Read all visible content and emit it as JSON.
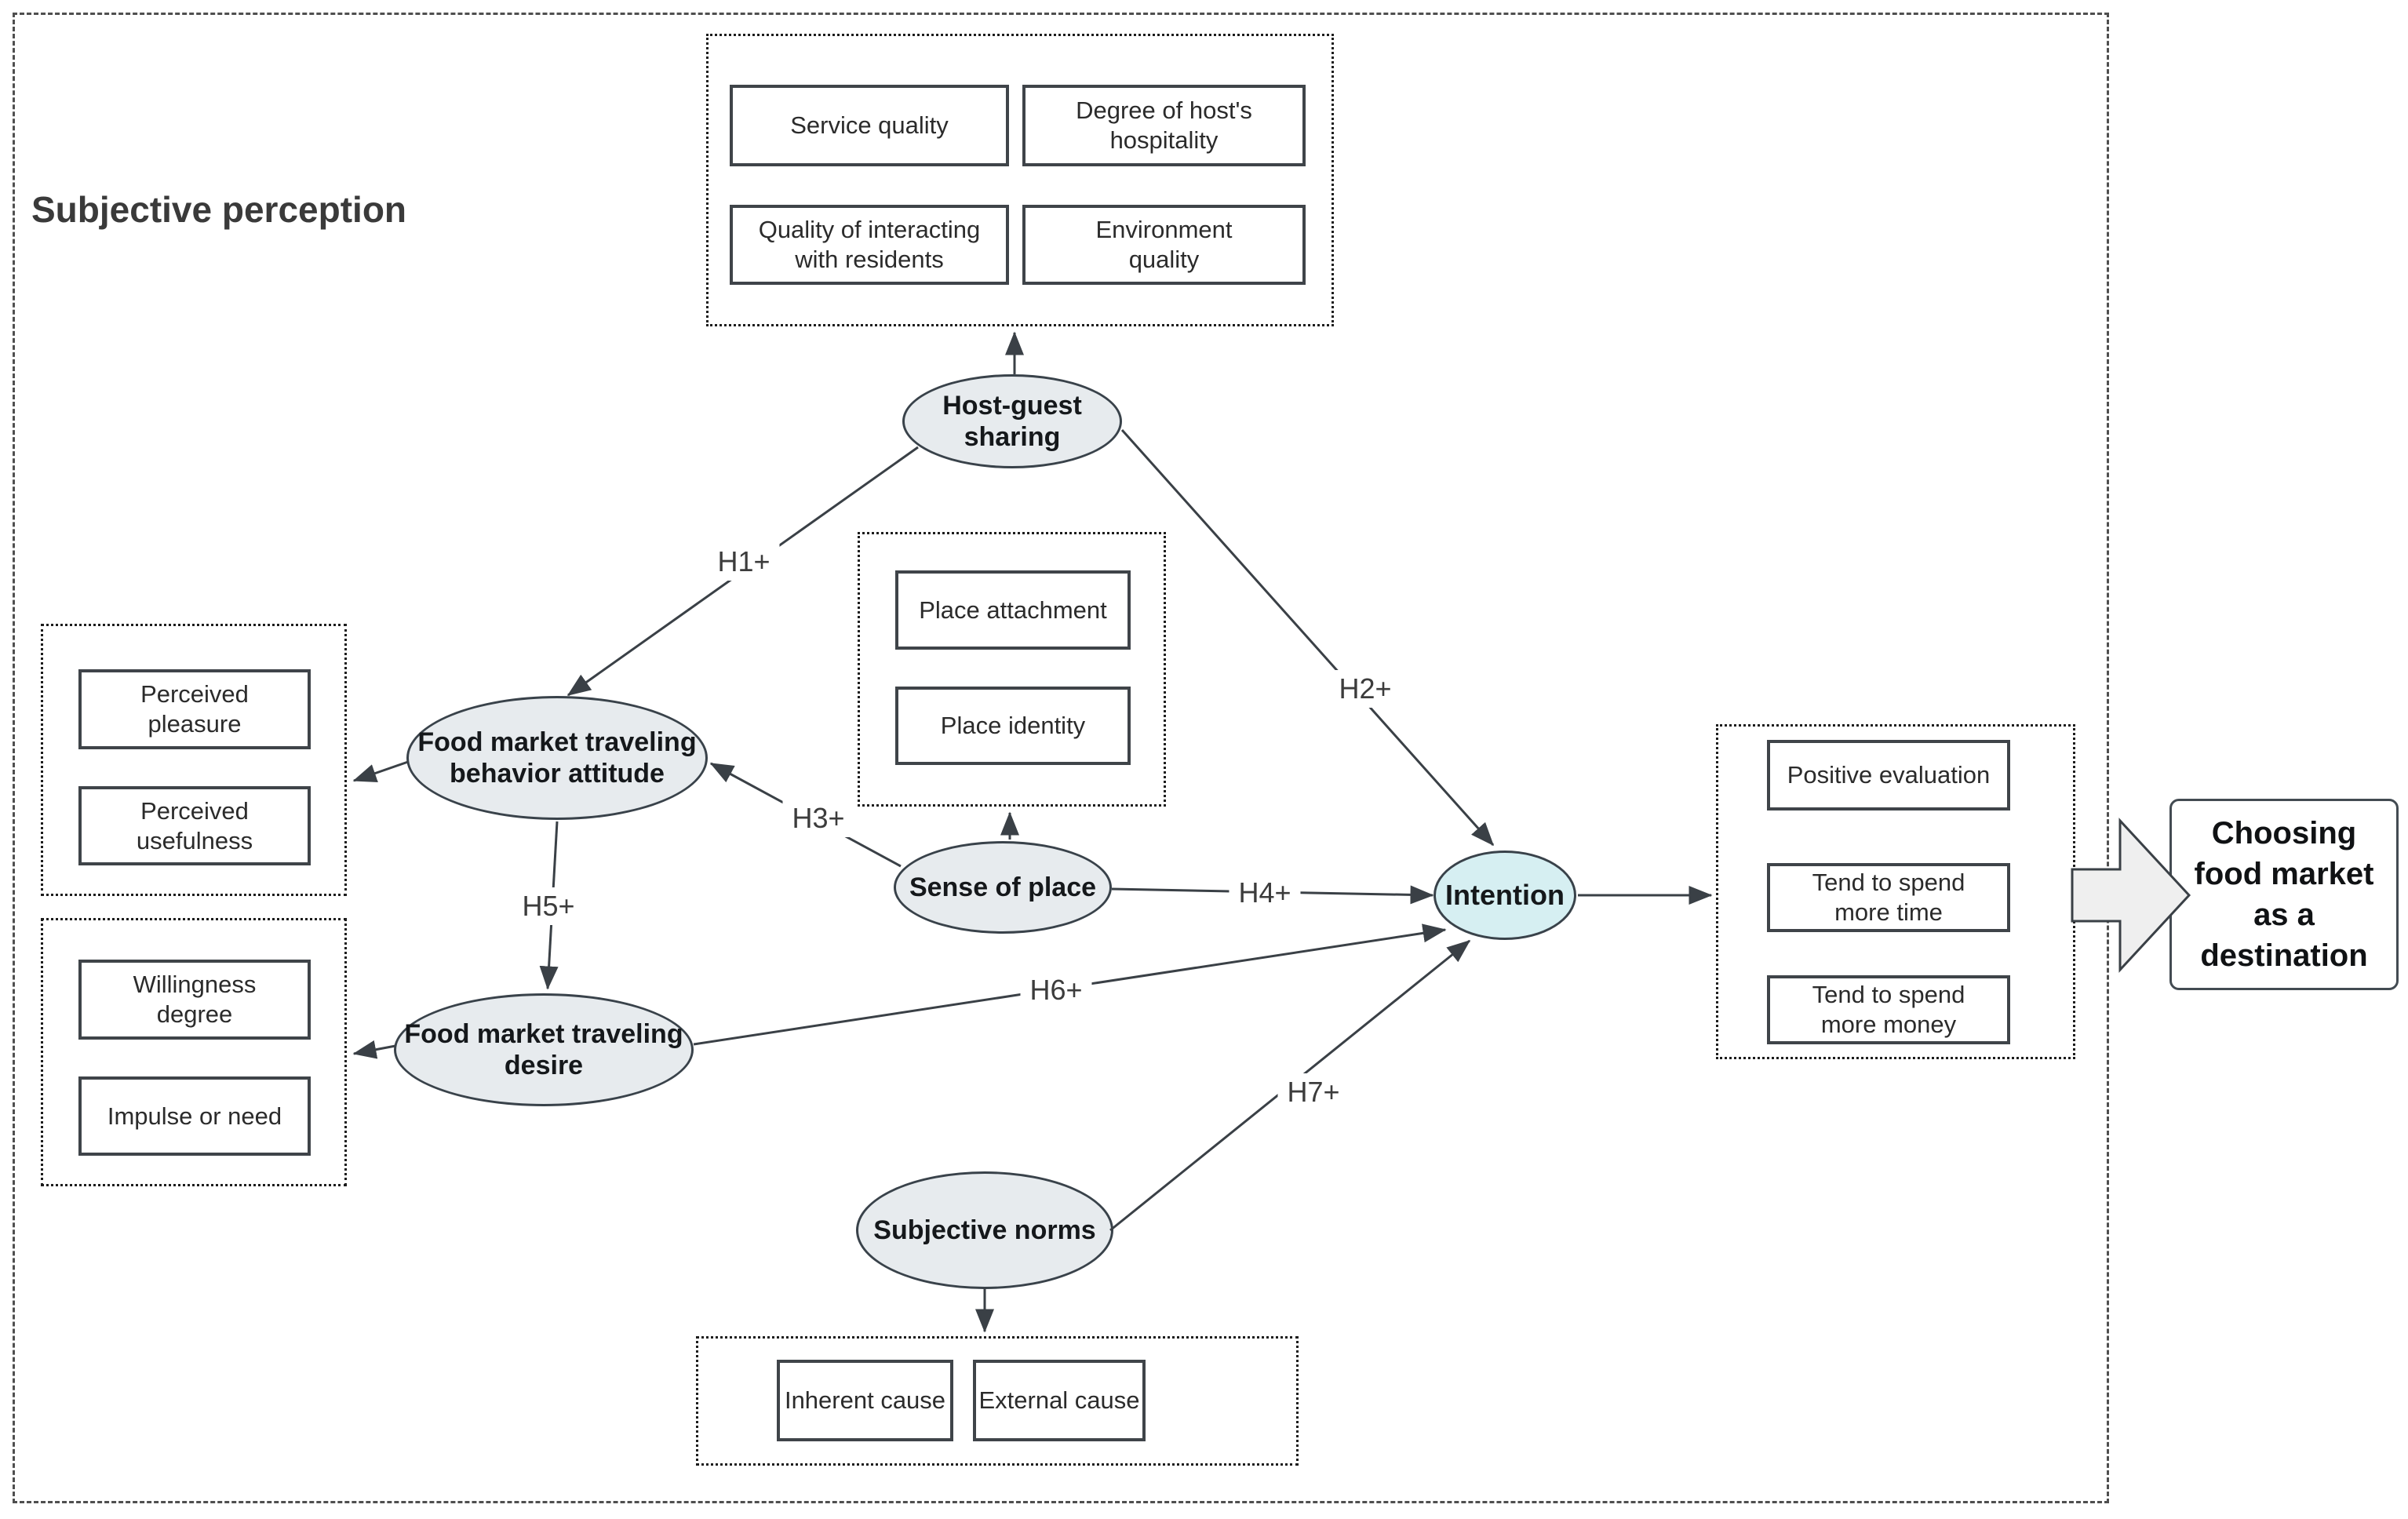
{
  "title": "Subjective perception",
  "constructs": {
    "host_guest_sharing": "Host-guest sharing",
    "behavior_attitude": "Food market traveling behavior attitude",
    "sense_of_place": "Sense of place",
    "traveling_desire": "Food market traveling desire",
    "subjective_norms": "Subjective norms",
    "intention": "Intention"
  },
  "indicators": {
    "service_quality": "Service quality",
    "degree_hospitality": "Degree of host's hospitality",
    "quality_interacting": "Quality of interacting with residents",
    "environment_quality": "Environment quality",
    "place_attachment": "Place attachment",
    "place_identity": "Place identity",
    "perceived_pleasure": "Perceived pleasure",
    "perceived_usefulness": "Perceived usefulness",
    "willingness_degree": "Willingness degree",
    "impulse_or_need": "Impulse or need",
    "positive_evaluation": "Positive evaluation",
    "tend_more_time": "Tend to spend more time",
    "tend_more_money": "Tend to spend more money",
    "inherent_cause": "Inherent cause",
    "external_cause": "External cause"
  },
  "hypotheses": {
    "h1": "H1+",
    "h2": "H2+",
    "h3": "H3+",
    "h4": "H4+",
    "h5": "H5+",
    "h6": "H6+",
    "h7": "H7+"
  },
  "outcome": {
    "label": "Choosing food market as a destination"
  },
  "colors": {
    "ellipse_fill": "#e7ebee",
    "intention_fill": "#d6eff2",
    "shape_border": "#39424a",
    "box_border": "#3f4449",
    "connector_line": "#3a4046",
    "big_arrow_fill": "#efefef",
    "dashed_frame": "#4f4f4f",
    "dotted_frame": "#1c1c1c",
    "text": "#2b2b2b"
  }
}
